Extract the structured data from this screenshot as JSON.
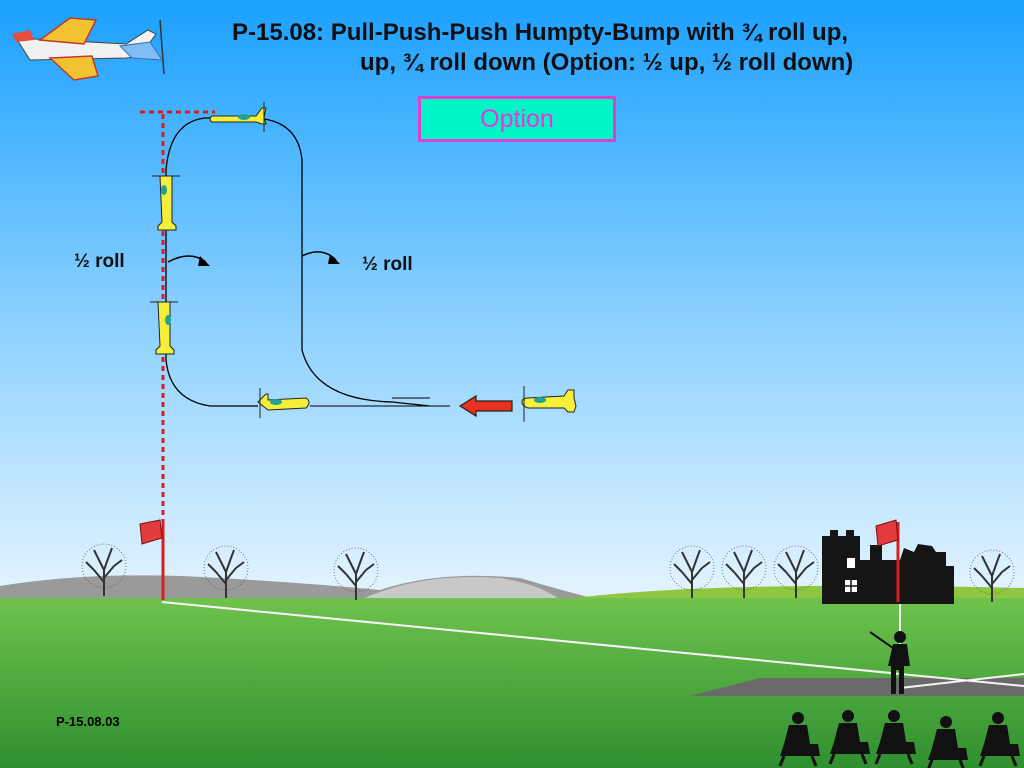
{
  "title": {
    "line1": "P-15.08: Pull-Push-Push Humpty-Bump with ¾ roll up,",
    "line2": "up, ¾ roll down (Option: ½ up, ½ roll down)"
  },
  "option_label": "Option",
  "annotations": {
    "left_roll": "½  roll",
    "right_roll": "½  roll"
  },
  "footer_code": "P-15.08.03",
  "colors": {
    "sky_top": "#1aa0ff",
    "sky_bottom": "#e4f4ff",
    "grass": "#49a83b",
    "flight_path": "#000000",
    "judging_line": "#d42020",
    "plane_body": "#f5ef3c",
    "direction_arrow": "#e8321e",
    "option_fill": "#00f5c8",
    "option_border": "#e040d0"
  }
}
